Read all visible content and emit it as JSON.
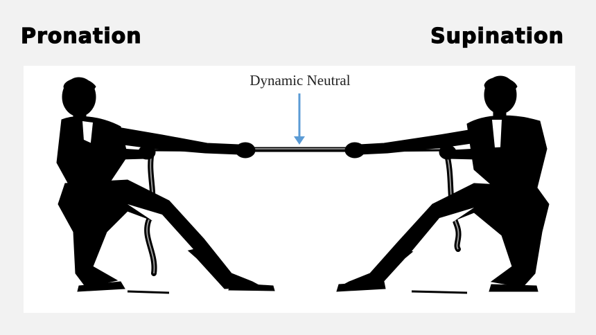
{
  "headings": {
    "left": "Pronation",
    "right": "Supination"
  },
  "figure": {
    "center_label": "Dynamic Neutral",
    "arrow_color": "#5b9bd5",
    "ink_color": "#000000",
    "icons": [
      "man-pulling-rope-left",
      "man-pulling-rope-right",
      "rope",
      "down-arrow-icon"
    ]
  }
}
